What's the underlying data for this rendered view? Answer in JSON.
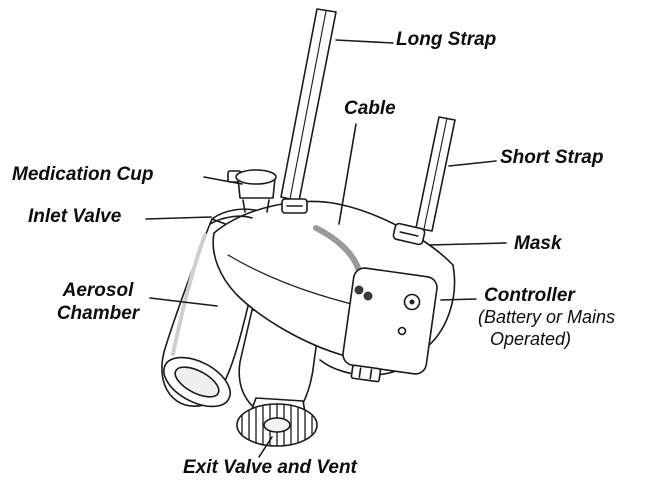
{
  "diagram": {
    "background_color": "#ffffff",
    "line_color": "#1a1a1a",
    "cable_color": "#999999",
    "labels": {
      "long_strap": "Long Strap",
      "cable": "Cable",
      "short_strap": "Short Strap",
      "medication_cup": "Medication Cup",
      "inlet_valve": "Inlet Valve",
      "mask": "Mask",
      "aerosol_chamber": [
        "Aerosol",
        "Chamber"
      ],
      "controller": "Controller",
      "controller_note": [
        "(Battery or Mains",
        "Operated)"
      ],
      "exit_valve_and_vent": "Exit Valve and Vent"
    }
  }
}
